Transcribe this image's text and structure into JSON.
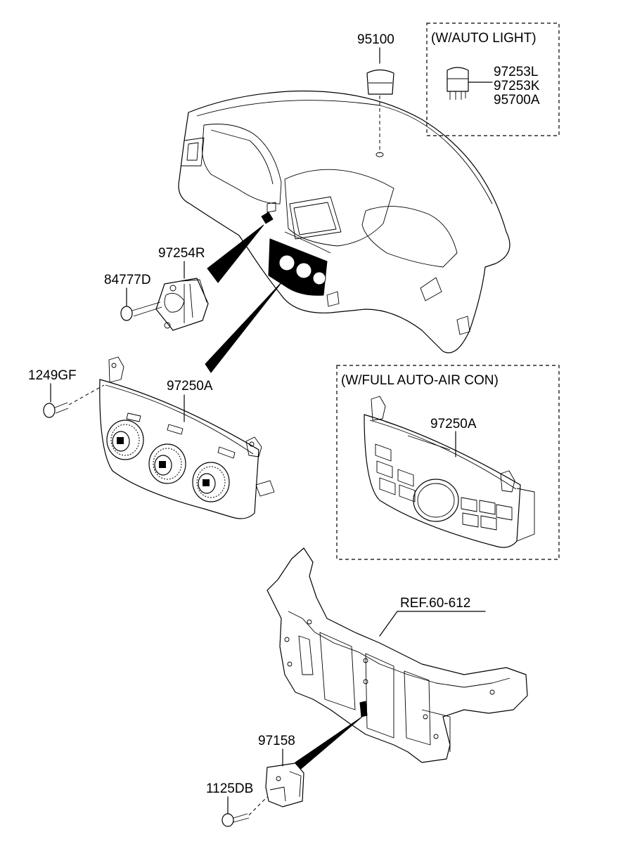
{
  "labels": {
    "p95100": "95100",
    "auto_light_title": "(W/AUTO LIGHT)",
    "p97253L": "97253L",
    "p97253K": "97253K",
    "p95700A": "95700A",
    "p97254R": "97254R",
    "p84777D": "84777D",
    "p1249GF": "1249GF",
    "p97250A": "97250A",
    "full_auto_title": "(W/FULL AUTO-AIR CON)",
    "p97250A_auto": "97250A",
    "ref": "REF.60-612",
    "p97158": "97158",
    "p1125DB": "1125DB"
  }
}
